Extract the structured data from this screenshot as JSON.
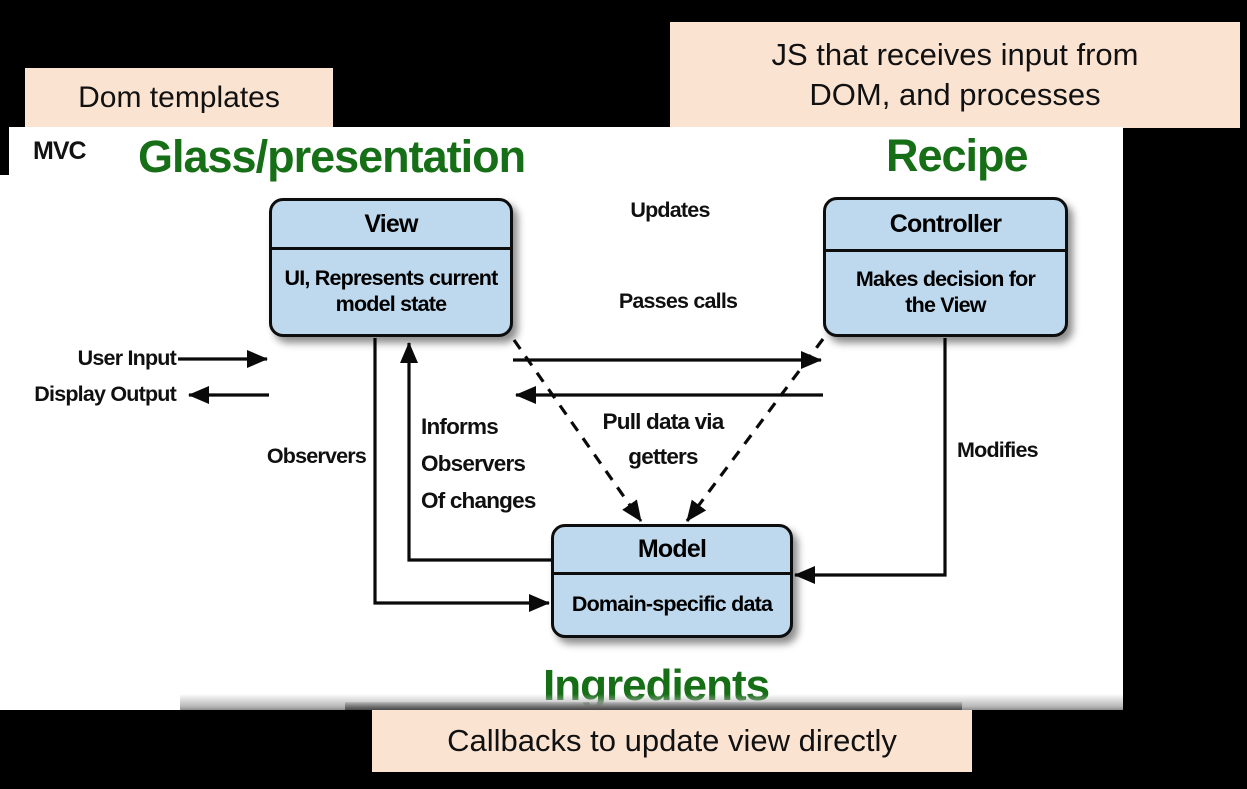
{
  "annotations": {
    "top_left": "Dom templates",
    "top_right": "JS that receives input from\nDOM, and processes",
    "bottom": "Callbacks to update view directly"
  },
  "headings": {
    "mvc": "MVC",
    "view_heading": "Glass/presentation",
    "controller_heading": "Recipe",
    "model_heading": "Ingredients"
  },
  "boxes": {
    "view": {
      "title": "View",
      "body": "UI, Represents current\nmodel state"
    },
    "controller": {
      "title": "Controller",
      "body": "Makes decision for\nthe View"
    },
    "model": {
      "title": "Model",
      "body": "Domain-specific data"
    }
  },
  "edge_labels": {
    "user_input": "User Input",
    "display_output": "Display Output",
    "updates": "Updates",
    "passes_calls": "Passes calls",
    "observers": "Observers",
    "informs": "Informs\nObservers\nOf changes",
    "pull_data": "Pull data via\ngetters",
    "modifies": "Modifies"
  },
  "colors": {
    "page_bg": "#000000",
    "annotation_bg": "#fbe3d2",
    "heading_green": "#166f16",
    "box_fill": "#bed9ed",
    "box_border": "#0d0d0d",
    "slide_bg": "#ffffff",
    "line_color": "#0a0a0a"
  }
}
